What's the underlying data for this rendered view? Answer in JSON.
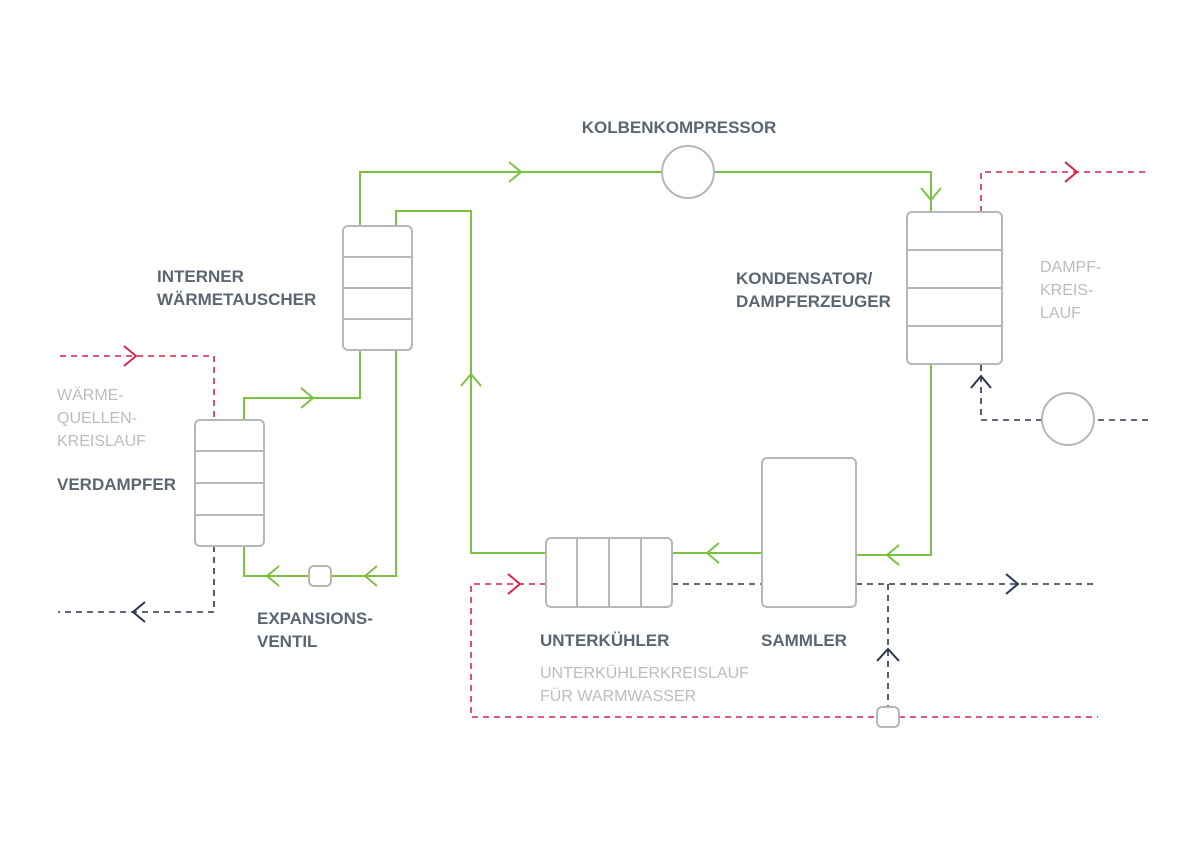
{
  "labels": {
    "kolbenkompressor": "KOLBENKOMPRESSOR",
    "interner_1": "INTERNER",
    "interner_2": "WÄRMETAUSCHER",
    "kondensator_1": "KONDENSATOR/",
    "kondensator_2": "DAMPFERZEUGER",
    "dampf_1": "DAMPF-",
    "dampf_2": "KREIS-",
    "dampf_3": "LAUF",
    "waerme_1": "WÄRME-",
    "waerme_2": "QUELLEN-",
    "waerme_3": "KREISLAUF",
    "verdampfer": "VERDAMPFER",
    "expansions_1": "EXPANSIONS-",
    "expansions_2": "VENTIL",
    "unterkuehler": "UNTERKÜHLER",
    "sammler": "SAMMLER",
    "uk_kreis_1": "UNTERKÜHLERKREISLAUF",
    "uk_kreis_2": "FÜR WARMWASSER"
  },
  "colors": {
    "refrigerant_line": "#7cc242",
    "hot_circuit": "#d7254b",
    "cold_circuit": "#2a3552",
    "component_outline": "#b5b8bb",
    "label_dark": "#5b6673",
    "label_light": "#b9bdc2"
  }
}
